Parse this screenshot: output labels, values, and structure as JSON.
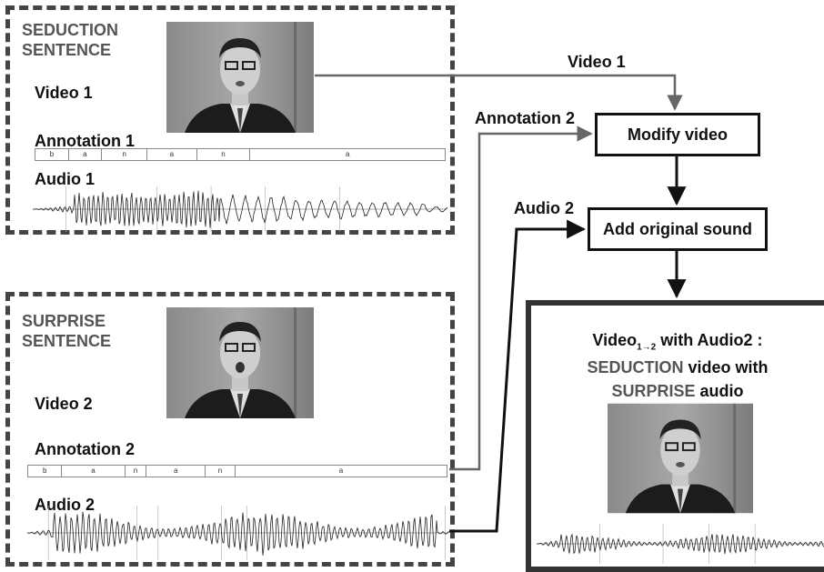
{
  "seduction": {
    "title_line1": "SEDUCTION",
    "title_line2": "SENTENCE",
    "video_label": "Video 1",
    "annotation_label": "Annotation 1",
    "audio_label": "Audio 1",
    "annotation_segments": [
      "b",
      "a",
      "n",
      "a",
      "n",
      "a"
    ]
  },
  "surprise": {
    "title_line1": "SURPRISE",
    "title_line2": "SENTENCE",
    "video_label": "Video 2",
    "annotation_label": "Annotation 2",
    "audio_label": "Audio 2",
    "annotation_segments": [
      "b",
      "a",
      "n",
      "a",
      "n",
      "a"
    ]
  },
  "flow": {
    "arrow_video1_label": "Video 1",
    "arrow_annotation2_label": "Annotation 2",
    "arrow_audio2_label": "Audio 2",
    "modify_video": "Modify video",
    "add_sound": "Add original sound"
  },
  "result": {
    "line1_main": "Video",
    "line1_sub": "1→2",
    "line1_rest": " with Audio2 :",
    "line2_keyword": "SEDUCTION",
    "line2_rest": " video with",
    "line3_keyword": "SURPRISE",
    "line3_rest": " audio"
  },
  "colors": {
    "dashed_border": "#444444",
    "keyword_gray": "#555555",
    "arrow": "#111111",
    "arrow_gray": "#666666"
  }
}
